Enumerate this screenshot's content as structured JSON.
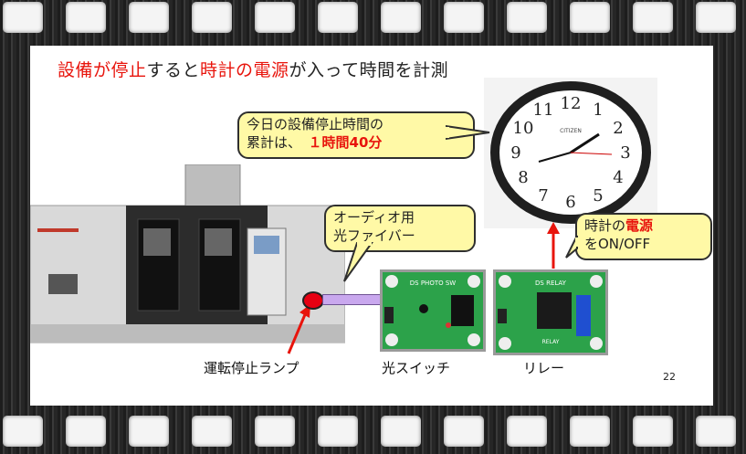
{
  "title": {
    "part1": "設備が停止",
    "part2": "すると",
    "part3": "時計の電源",
    "part4": "が入って時間を計測"
  },
  "callout_total": {
    "line1": "今日の設備停止時間の",
    "line2_prefix": "累計は、",
    "line2_value": "１時間40分"
  },
  "callout_fiber": {
    "line1": "オーディオ用",
    "line2": "光ファイバー"
  },
  "callout_clock_power": {
    "line1_prefix": "時計の",
    "line1_red": "電源",
    "line2": "をON/OFF"
  },
  "labels": {
    "lamp": "運転停止ランプ",
    "switch": "光スイッチ",
    "relay": "リレー"
  },
  "boards": {
    "photo": "DS PHOTO SW",
    "relay": "DS RELAY",
    "relay_bottom": "RELAY"
  },
  "clock": {
    "brand": "CITIZEN",
    "numerals": [
      "12",
      "1",
      "2",
      "3",
      "4",
      "5",
      "6",
      "7",
      "8",
      "9",
      "10",
      "11"
    ]
  },
  "page_number": "22",
  "colors": {
    "accent_red": "#e8140c",
    "callout_fill": "#fff9a6",
    "fiber": "#c9a8ee",
    "board_green": "#2ca24a"
  }
}
